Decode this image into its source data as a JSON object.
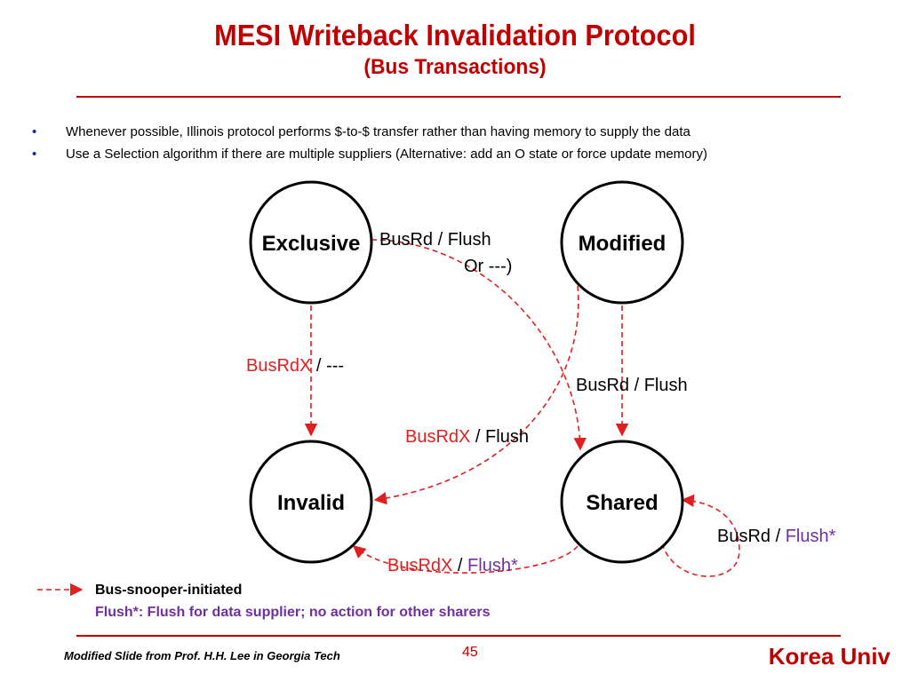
{
  "header": {
    "title": "MESI Writeback Invalidation Protocol",
    "subtitle": "(Bus Transactions)"
  },
  "bullets": [
    "Whenever possible, Illinois protocol performs $-to-$ transfer rather than having memory to supply the data",
    "Use a Selection algorithm if there are multiple suppliers  (Alternative: add an O state or force update memory)"
  ],
  "states": {
    "exclusive": "Exclusive",
    "modified": "Modified",
    "invalid": "Invalid",
    "shared": "Shared"
  },
  "transitions": {
    "e_to_s_line1": "BusRd / Flush",
    "e_to_s_line2": "Or ---)",
    "e_to_i_event": "BusRdX",
    "e_to_i_action": " / ---",
    "m_to_s": "BusRd / Flush",
    "m_to_i_event": "BusRdX",
    "m_to_i_action": " / Flush",
    "s_to_i_event": "BusRdX",
    "s_to_i_sep": " / ",
    "s_to_i_action": "Flush*",
    "s_self_event": "BusRd / ",
    "s_self_action": "Flush*"
  },
  "legend": {
    "arrow_meaning": "Bus-snooper-initiated",
    "flush_note": "Flush*: Flush for data supplier; no action for other sharers"
  },
  "footer": {
    "credit": "Modified Slide from Prof. H.H. Lee in Georgia Tech",
    "page": "45",
    "org": "Korea Univ"
  },
  "colors": {
    "accent": "#c00000",
    "purple": "#7030a0",
    "bullet": "#1f1fa8",
    "arrow": "#e02020"
  }
}
